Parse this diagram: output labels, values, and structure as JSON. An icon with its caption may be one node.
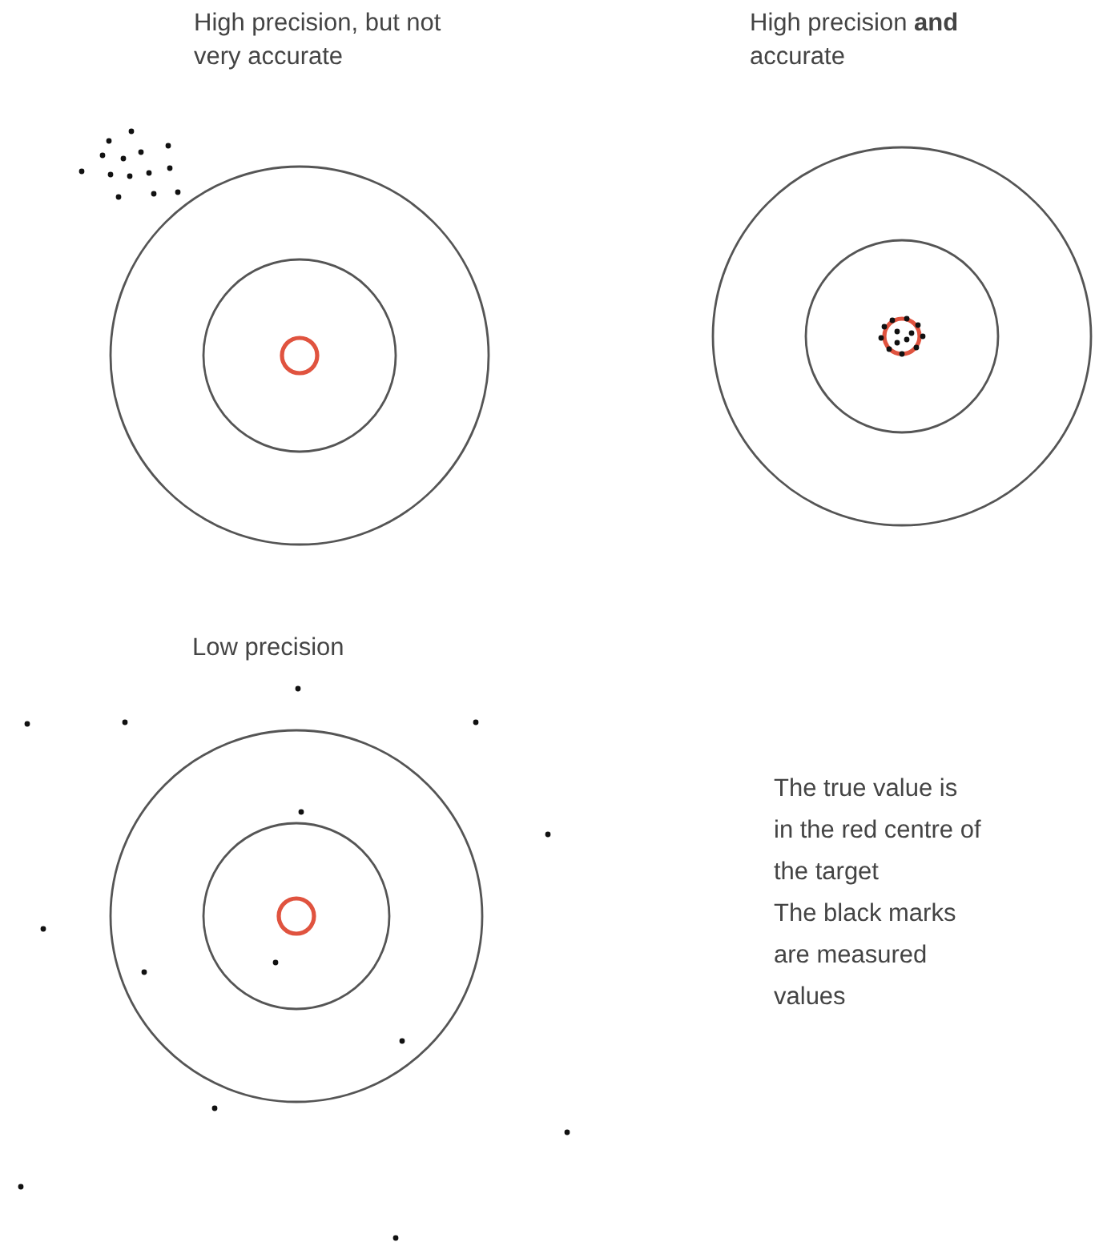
{
  "diagram": {
    "labels": [
      "High precision, but not very accurate",
      "High precision **and** accurate",
      "Low precision",
      "The true value is in the red centre of the target",
      "The black marks are measured values"
    ]
  }
}
